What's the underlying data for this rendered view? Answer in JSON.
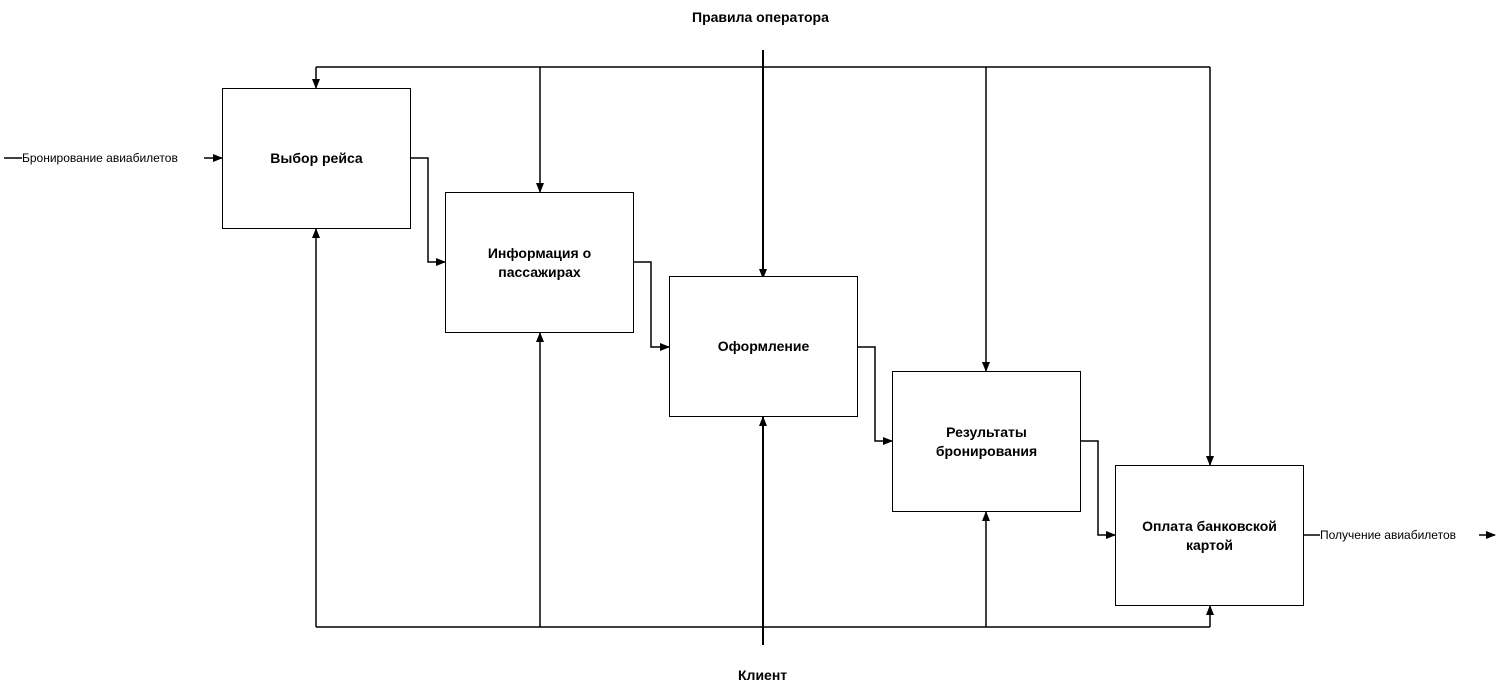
{
  "diagram": {
    "control_label": "Правила оператора",
    "mechanism_label": "Клиент",
    "input_label": "Бронирование авиабилетов",
    "output_label": "Получение авиабилетов",
    "boxes": [
      {
        "label": "Выбор рейса"
      },
      {
        "label": "Информация о пассажирах"
      },
      {
        "label": "Оформление"
      },
      {
        "label": "Результаты бронирования"
      },
      {
        "label": "Оплата банковской картой"
      }
    ]
  }
}
